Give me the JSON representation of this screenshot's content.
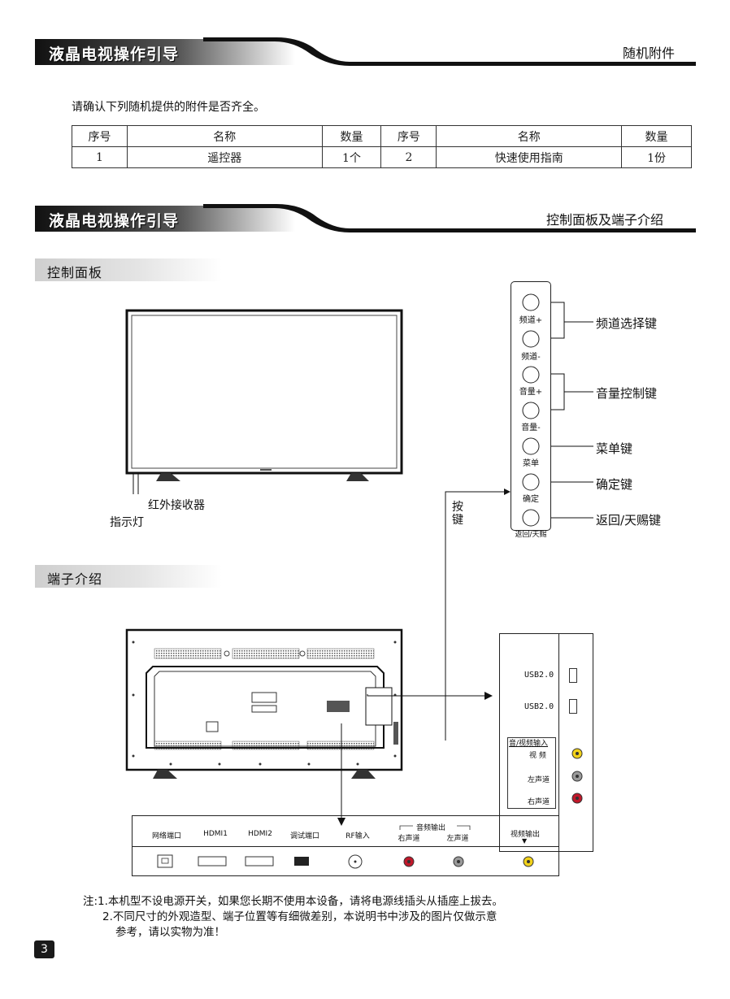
{
  "header1": {
    "title": "液晶电视操作引导",
    "right": "随机附件"
  },
  "intro": "请确认下列随机提供的附件是否齐全。",
  "table": {
    "headers": [
      "序号",
      "名称",
      "数量",
      "序号",
      "名称",
      "数量"
    ],
    "row": [
      "1",
      "遥控器",
      "1个",
      "2",
      "快速使用指南",
      "1份"
    ]
  },
  "header2": {
    "title": "液晶电视操作引导",
    "right": "控制面板及端子介绍"
  },
  "control_panel": {
    "section_title": "控制面板",
    "receiver_label": "红外接收器",
    "indicator_label": "指示灯",
    "keys_label_1": "按",
    "keys_label_2": "键",
    "buttons": [
      "频道+",
      "频道-",
      "音量+",
      "音量-",
      "菜单",
      "确定",
      "返回/天赐"
    ],
    "callouts": {
      "channel": "频道选择键",
      "volume": "音量控制键",
      "menu": "菜单键",
      "ok": "确定键",
      "back": "返回/天赐键"
    }
  },
  "terminals": {
    "section_title": "端子介绍",
    "side": {
      "usb1": "USB2.0",
      "usb2": "USB2.0",
      "av_in": "音/视频输入",
      "video": "视 频",
      "left": "左声道",
      "right": "右声道"
    },
    "bottom": {
      "network": "网络端口",
      "hdmi1": "HDMI1",
      "hdmi2": "HDMI2",
      "debug": "调试端口",
      "rf": "RF输入",
      "audio_out": "音频输出",
      "right_ch": "右声道",
      "left_ch": "左声道",
      "video_out": "视频输出"
    }
  },
  "notes": {
    "line1": "注:1.本机型不设电源开关，如果您长期不使用本设备，请将电源线插头从插座上拔去。",
    "line2": "2.不同尺寸的外观造型、端子位置等有细微差别，本说明书中涉及的图片仅做示意",
    "line3": "参考，请以实物为准！"
  },
  "page_number": "3",
  "colors": {
    "video_yellow": "#f2d21a",
    "audio_red": "#c0182a",
    "audio_white": "#9a9a9a",
    "bar": "#111111"
  }
}
